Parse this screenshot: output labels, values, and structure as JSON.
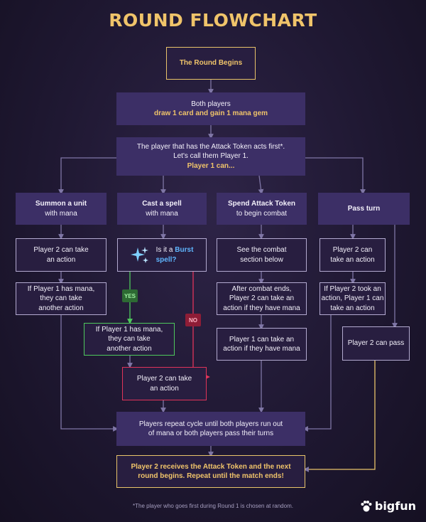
{
  "title": "ROUND FLOWCHART",
  "nodes": {
    "round_begins": "The Round Begins",
    "both_players_1": "Both players",
    "both_players_2": "draw 1 card and gain 1 mana gem",
    "attack_token_1": "The player that has the Attack Token acts first*.",
    "attack_token_2": "Let's call them Player 1.",
    "attack_token_3": "Player 1 can...",
    "summon_1": "Summon a unit",
    "summon_2": "with mana",
    "cast_1": "Cast a spell",
    "cast_2": "with mana",
    "spend_1": "Spend Attack Token",
    "spend_2": "to begin combat",
    "pass_turn": "Pass turn",
    "p2_action_1": "Player 2 can take",
    "p2_action_2": "an action",
    "if_mana_1": "If Player 1 has mana,",
    "if_mana_2": "they can take",
    "if_mana_3": "another action",
    "burst_q_1": "Is it a",
    "burst_q_2": "Burst",
    "burst_q_3": "spell?",
    "combat_1": "See the combat",
    "combat_2": "section below",
    "after_combat_1": "After combat ends,",
    "after_combat_2": "Player 2 can take an",
    "after_combat_3": "action if they have mana",
    "p1_mana_1": "Player 1 can take an",
    "p1_mana_2": "action if they have mana",
    "p2_can_1": "Player 2 can",
    "p2_can_2": "take an action",
    "p2_took_1": "If Player 2 took an",
    "p2_took_2": "action, Player 1 can",
    "p2_took_3": "take an action",
    "p2_pass": "Player 2 can pass",
    "yes_mana_1": "If Player 1 has mana,",
    "yes_mana_2": "they can take",
    "yes_mana_3": "another action",
    "no_p2_1": "Player 2 can take",
    "no_p2_2": "an action",
    "repeat_1": "Players repeat cycle until both players run out",
    "repeat_2": "of mana or both players pass their turns",
    "final_1": "Player 2 receives the Attack Token and the next",
    "final_2": "round begins. Repeat until the match ends!"
  },
  "labels": {
    "yes": "YES",
    "no": "NO"
  },
  "footnote": "*The player who goes first during Round 1 is chosen at random.",
  "brand": "bigfun",
  "colors": {
    "gold": "#f0c46a",
    "box": "#281e40",
    "box_filled": "#3c2f66",
    "green": "#4ec95c",
    "red": "#e0345a",
    "burst": "#5fb6ff",
    "line": "#7f76a6"
  }
}
